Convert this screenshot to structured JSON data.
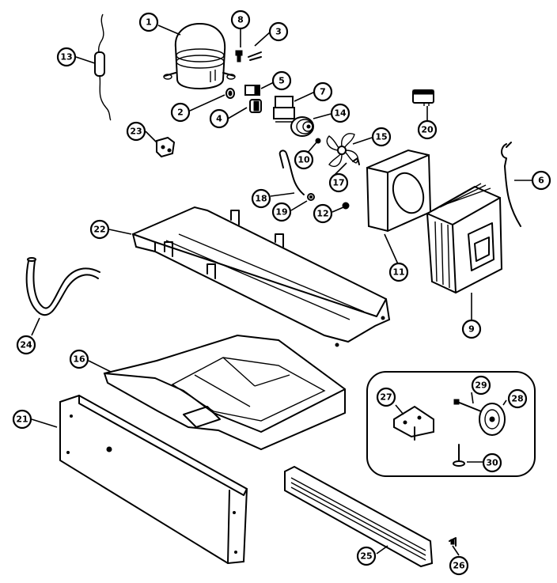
{
  "callouts": [
    {
      "id": "c1",
      "label": "1"
    },
    {
      "id": "c2",
      "label": "2"
    },
    {
      "id": "c3",
      "label": "3"
    },
    {
      "id": "c4",
      "label": "4"
    },
    {
      "id": "c5",
      "label": "5"
    },
    {
      "id": "c6",
      "label": "6"
    },
    {
      "id": "c7",
      "label": "7"
    },
    {
      "id": "c8",
      "label": "8"
    },
    {
      "id": "c9",
      "label": "9"
    },
    {
      "id": "c10",
      "label": "10"
    },
    {
      "id": "c11",
      "label": "11"
    },
    {
      "id": "c12",
      "label": "12"
    },
    {
      "id": "c13",
      "label": "13"
    },
    {
      "id": "c14",
      "label": "14"
    },
    {
      "id": "c15",
      "label": "15"
    },
    {
      "id": "c16",
      "label": "16"
    },
    {
      "id": "c17",
      "label": "17"
    },
    {
      "id": "c18",
      "label": "18"
    },
    {
      "id": "c19",
      "label": "19"
    },
    {
      "id": "c20",
      "label": "20"
    },
    {
      "id": "c21",
      "label": "21"
    },
    {
      "id": "c22",
      "label": "22"
    },
    {
      "id": "c23",
      "label": "23"
    },
    {
      "id": "c24",
      "label": "24"
    },
    {
      "id": "c25",
      "label": "25"
    },
    {
      "id": "c26",
      "label": "26"
    },
    {
      "id": "c27",
      "label": "27"
    },
    {
      "id": "c28",
      "label": "28"
    },
    {
      "id": "c29",
      "label": "29"
    },
    {
      "id": "c30",
      "label": "30"
    }
  ]
}
